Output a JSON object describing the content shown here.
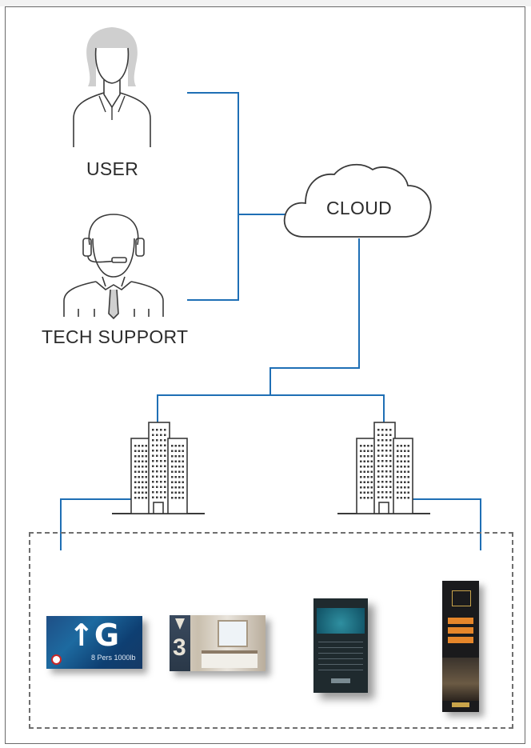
{
  "nodes": {
    "user": {
      "label": "USER"
    },
    "tech_support": {
      "label": "TECH SUPPORT"
    },
    "cloud": {
      "label": "CLOUD"
    }
  },
  "colors": {
    "connector": "#1f6fb5",
    "outline": "#3a3a3a",
    "user_fill": "#cfcfcf"
  },
  "icons": {
    "user": "user-icon",
    "tech_support": "headset-agent-icon",
    "cloud": "cloud-icon",
    "building_left": "building-icon",
    "building_right": "building-icon"
  },
  "displays": {
    "elevator": {
      "big_text": "↑G",
      "caption": "8 Pers  1000lb"
    }
  }
}
